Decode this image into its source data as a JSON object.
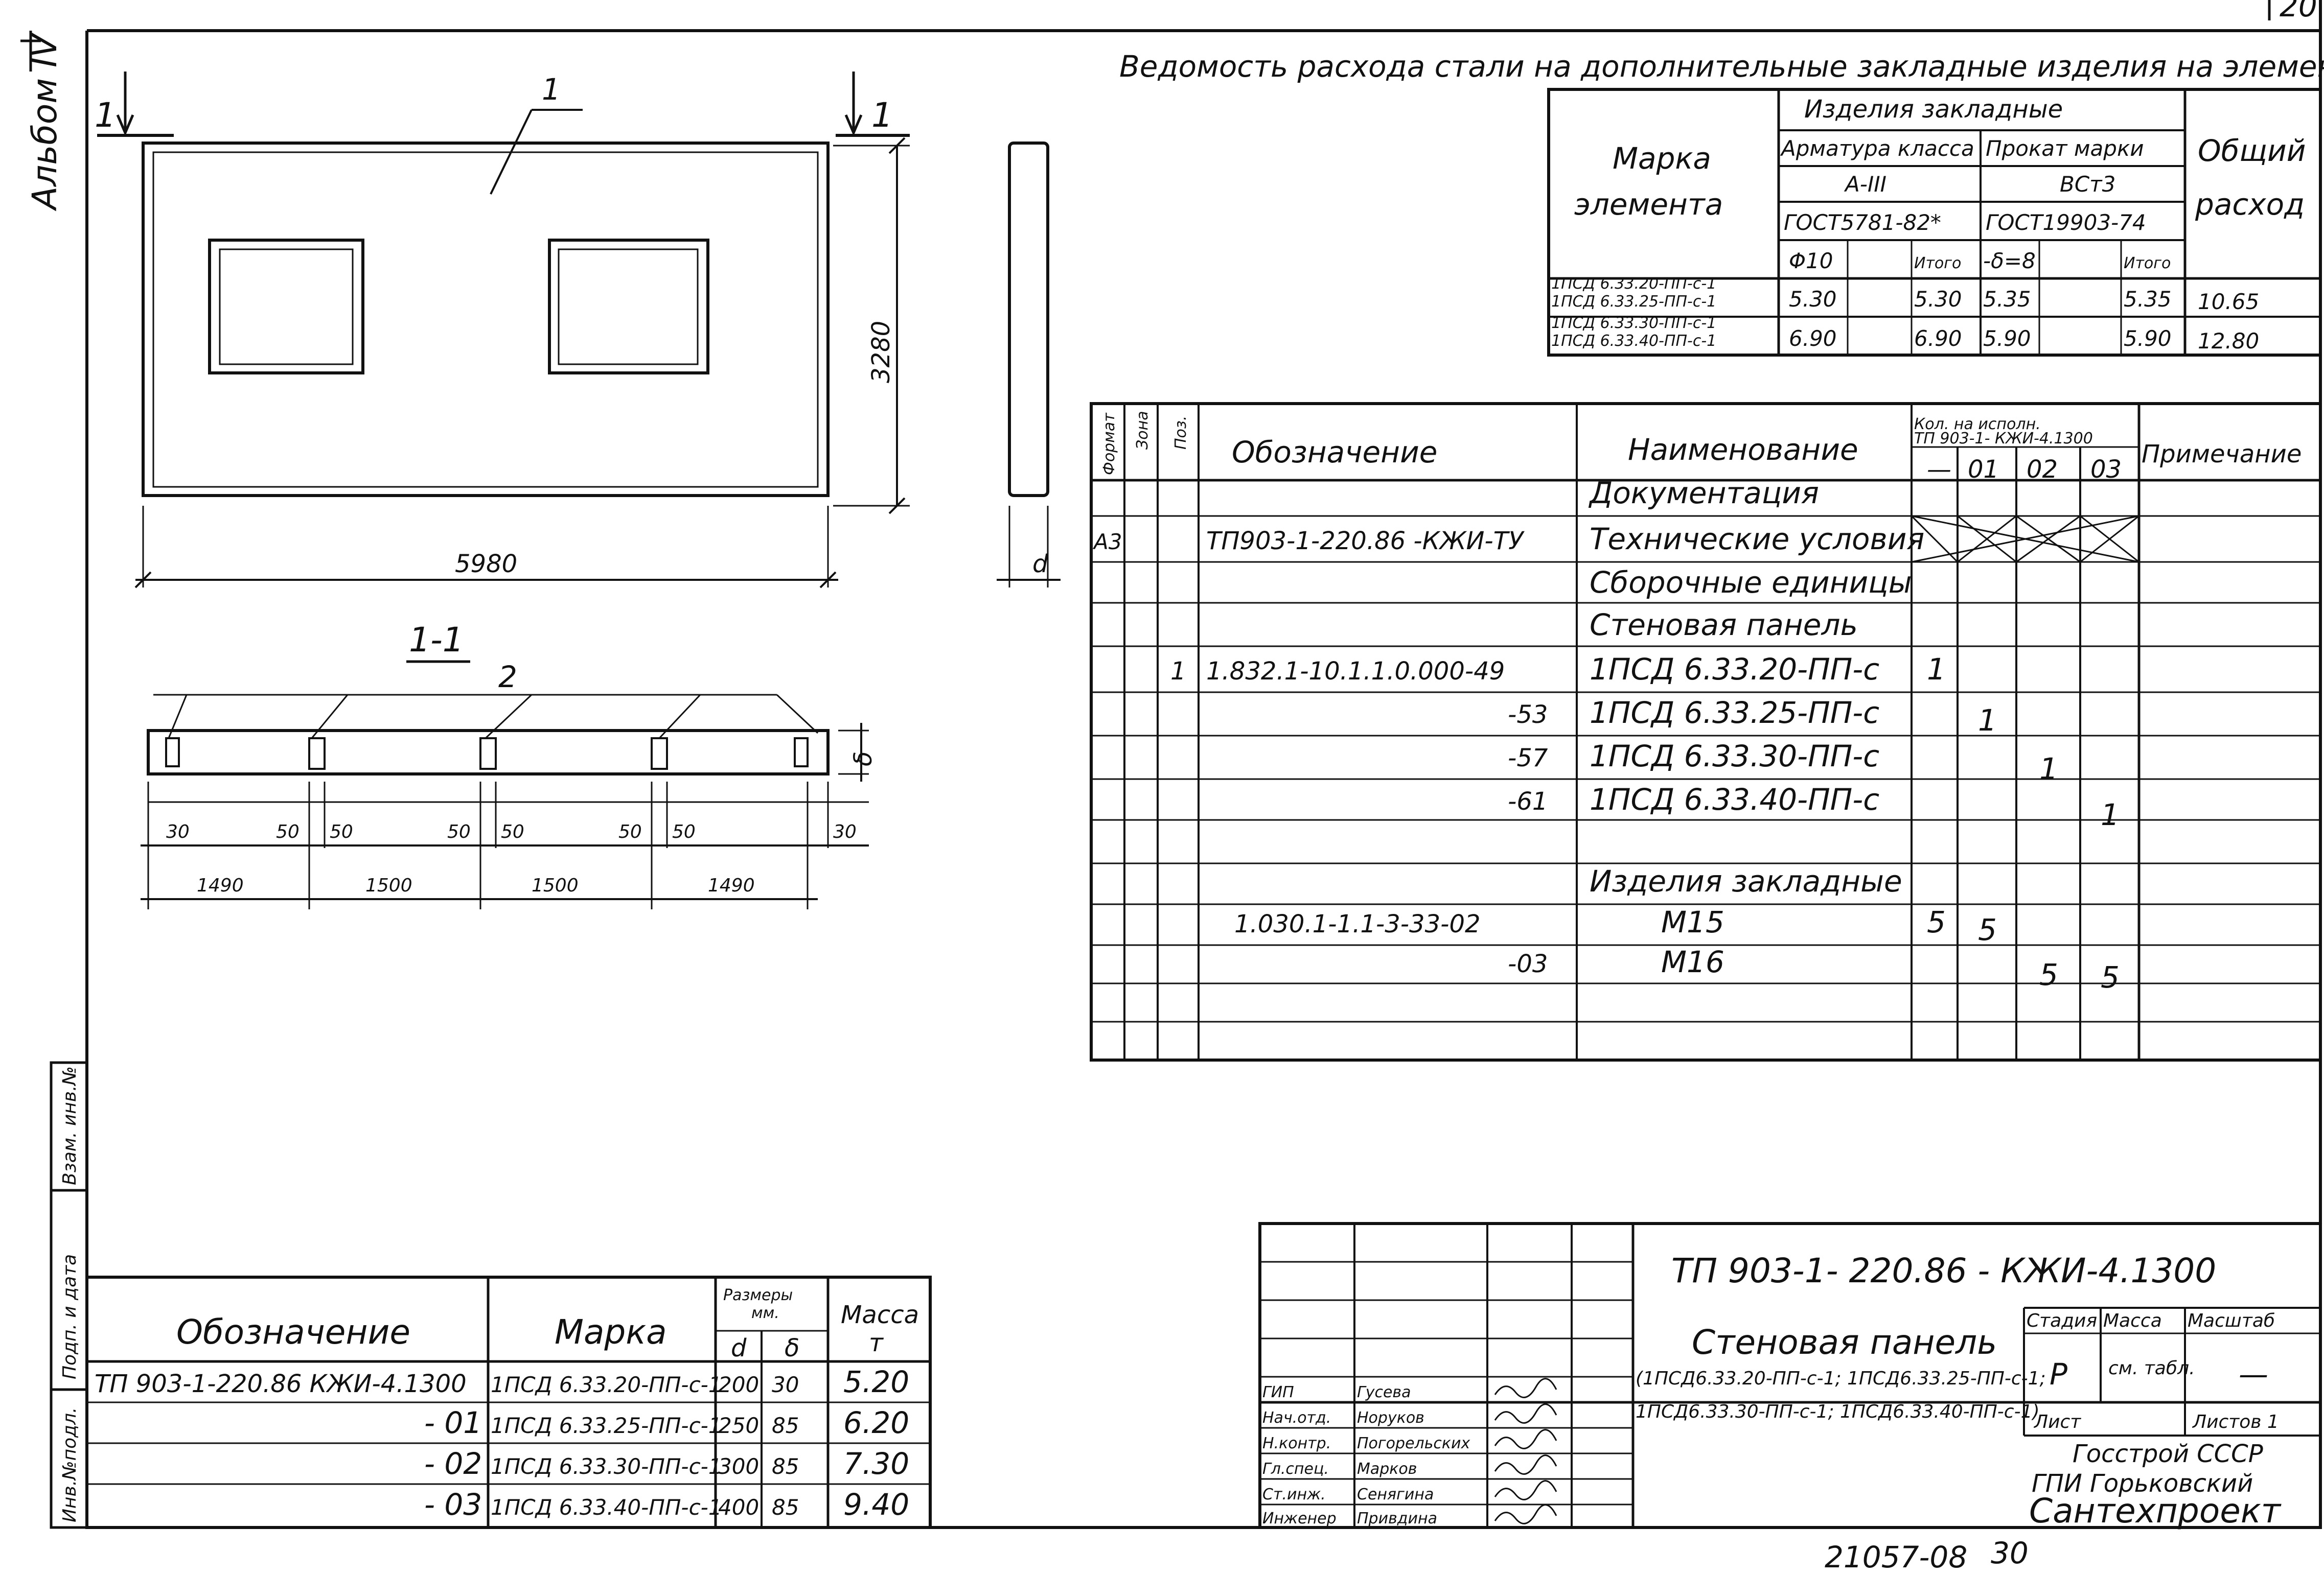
{
  "album_label": "Альбом IV",
  "page_number_corner": "20",
  "footer": {
    "doc_number": "21057-08",
    "page": "30"
  },
  "side_stamp": [
    "Взам. инв.№",
    "Подп. и дата",
    "Инв.№подл."
  ],
  "panel_drawing": {
    "callout_left": "1",
    "callout_right": "1",
    "leader_1": "1",
    "height_dim": "3280",
    "length_dim": "5980",
    "side_dim": "d"
  },
  "section": {
    "title": "1-1",
    "leader_2": "2",
    "thickness_dim": "δ",
    "small_dims": [
      "30",
      "50",
      "50",
      "50",
      "50",
      "50",
      "50",
      "30"
    ],
    "spans": [
      "1490",
      "1500",
      "1500",
      "1490"
    ]
  },
  "steel_table": {
    "title": "Ведомость расхода стали на дополнительные закладные изделия на элемент, кг",
    "col_mark": "Марка элемента",
    "group": "Изделия закладные",
    "armature": "Арматура класса",
    "armature_class": "A-III",
    "armature_gost": "ГОСТ5781-82*",
    "profile": "Прокат марки",
    "profile_grade": "ВСт3",
    "profile_gost": "ГОСТ19903-74",
    "total_header": "Общий расход",
    "sub_d10": "Φ10",
    "sub_itogo1": "Итого",
    "sub_delta": "-δ=8",
    "sub_itogo2": "Итого",
    "rows": [
      {
        "mark1": "1ПСД 6.33.20-ПП-с-1",
        "mark2": "1ПСД 6.33.25-ПП-с-1",
        "d10": "5.30",
        "itogo1": "5.30",
        "delta": "5.35",
        "itogo2": "5.35",
        "total": "10.65"
      },
      {
        "mark1": "1ПСД 6.33.30-ПП-с-1",
        "mark2": "1ПСД 6.33.40-ПП-с-1",
        "d10": "6.90",
        "itogo1": "6.90",
        "delta": "5.90",
        "itogo2": "5.90",
        "total": "12.80"
      }
    ]
  },
  "spec_table": {
    "h_format": "Формат",
    "h_zone": "Зона",
    "h_pos": "Поз.",
    "h_designation": "Обозначение",
    "h_name": "Наименование",
    "h_qty": "Кол. на исполн. ТП 903-1- КЖИ-4.1300",
    "h_dash": "—",
    "h_01": "01",
    "h_02": "02",
    "h_03": "03",
    "h_note": "Примечание",
    "rows": [
      {
        "format": "",
        "pos": "",
        "designation": "",
        "name": "Документация",
        "q0": "",
        "q1": "",
        "q2": "",
        "q3": ""
      },
      {
        "format": "А3",
        "pos": "",
        "designation": "ТП903-1-220.86 -КЖИ-ТУ",
        "name": "Технические условия",
        "q0": "",
        "q1": "",
        "q2": "",
        "q3": ""
      },
      {
        "format": "",
        "pos": "",
        "designation": "",
        "name": "Сборочные единицы",
        "q0": "",
        "q1": "",
        "q2": "",
        "q3": ""
      },
      {
        "format": "",
        "pos": "",
        "designation": "",
        "name": "Стеновая панель",
        "q0": "",
        "q1": "",
        "q2": "",
        "q3": ""
      },
      {
        "format": "",
        "pos": "1",
        "designation": "1.832.1-10.1.1.0.000-49",
        "name": "1ПСД 6.33.20-ПП-с",
        "q0": "1",
        "q1": "",
        "q2": "",
        "q3": ""
      },
      {
        "format": "",
        "pos": "",
        "designation": "-53",
        "name": "1ПСД 6.33.25-ПП-с",
        "q0": "",
        "q1": "1",
        "q2": "",
        "q3": ""
      },
      {
        "format": "",
        "pos": "",
        "designation": "-57",
        "name": "1ПСД 6.33.30-ПП-с",
        "q0": "",
        "q1": "",
        "q2": "1",
        "q3": ""
      },
      {
        "format": "",
        "pos": "",
        "designation": "-61",
        "name": "1ПСД 6.33.40-ПП-с",
        "q0": "",
        "q1": "",
        "q2": "",
        "q3": "1"
      },
      {
        "format": "",
        "pos": "",
        "designation": "",
        "name": "",
        "q0": "",
        "q1": "",
        "q2": "",
        "q3": ""
      },
      {
        "format": "",
        "pos": "",
        "designation": "",
        "name": "Изделия закладные",
        "q0": "",
        "q1": "",
        "q2": "",
        "q3": ""
      },
      {
        "format": "",
        "pos": "",
        "designation": "1.030.1-1.1-3-33-02",
        "name": "М15",
        "q0": "5",
        "q1": "5",
        "q2": "",
        "q3": ""
      },
      {
        "format": "",
        "pos": "",
        "designation": "-03",
        "name": "М16",
        "q0": "",
        "q1": "",
        "q2": "5",
        "q3": "5"
      },
      {
        "format": "",
        "pos": "",
        "designation": "",
        "name": "",
        "q0": "",
        "q1": "",
        "q2": "",
        "q3": ""
      },
      {
        "format": "",
        "pos": "",
        "designation": "",
        "name": "",
        "q0": "",
        "q1": "",
        "q2": "",
        "q3": ""
      }
    ]
  },
  "variants_table": {
    "h_designation": "Обозначение",
    "h_mark": "Марка",
    "h_sizes": "Размеры мм.",
    "h_d": "d",
    "h_delta": "δ",
    "h_mass": "Масса т",
    "rows": [
      {
        "designation": "ТП 903-1-220.86 КЖИ-4.1300",
        "mark": "1ПСД 6.33.20-ПП-с-1",
        "d": "200",
        "delta": "30",
        "mass": "5.20"
      },
      {
        "designation": "- 01",
        "mark": "1ПСД 6.33.25-ПП-с-1",
        "d": "250",
        "delta": "85",
        "mass": "6.20"
      },
      {
        "designation": "- 02",
        "mark": "1ПСД 6.33.30-ПП-с-1",
        "d": "300",
        "delta": "85",
        "mass": "7.30"
      },
      {
        "designation": "- 03",
        "mark": "1ПСД 6.33.40-ПП-с-1",
        "d": "400",
        "delta": "85",
        "mass": "9.40"
      }
    ]
  },
  "title_block": {
    "doc_code": "ТП 903-1- 220.86   - КЖИ-4.1300",
    "name_line1": "Стеновая панель",
    "name_line2": "(1ПСД6.33.20-ПП-с-1; 1ПСД6.33.25-ПП-с-1;",
    "name_line3": "1ПСД6.33.30-ПП-с-1; 1ПСД6.33.40-ПП-с-1)",
    "h_stage": "Стадия",
    "h_mass": "Масса",
    "h_scale": "Масштаб",
    "stage": "Р",
    "mass": "см. табл.",
    "scale": "—",
    "sheet": "Лист",
    "sheets": "Листов 1",
    "org1": "Госстрой СССР",
    "org2": "ГПИ Горьковский",
    "org3": "Сантехпроект",
    "staff": [
      {
        "role": "ГИП",
        "name": "Гусева"
      },
      {
        "role": "Нач.отд.",
        "name": "Норуков"
      },
      {
        "role": "Н.контр.",
        "name": "Погорельских"
      },
      {
        "role": "Гл.спец.",
        "name": "Марков"
      },
      {
        "role": "Ст.инж.",
        "name": "Сенягина"
      },
      {
        "role": "Инженер",
        "name": "Привдина"
      }
    ]
  }
}
